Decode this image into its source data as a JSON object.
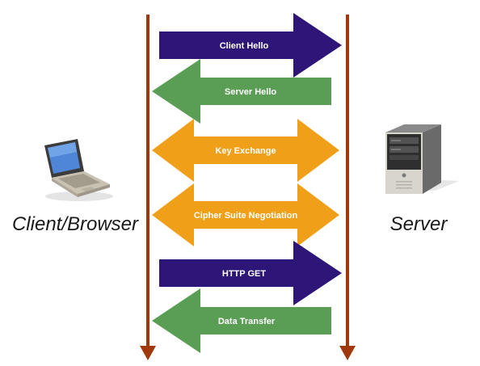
{
  "colors": {
    "timeline": "#a0380c",
    "client_to_server": "#2e1678",
    "server_to_client": "#5a9e56",
    "bidirectional": "#f0a018",
    "label_text": "#1a1a1a"
  },
  "participants": {
    "client": {
      "label": "Client/Browser",
      "icon": "laptop-icon"
    },
    "server": {
      "label": "Server",
      "icon": "server-tower-icon"
    }
  },
  "messages": [
    {
      "label": "Client Hello",
      "direction": "client-to-server"
    },
    {
      "label": "Server Hello",
      "direction": "server-to-client"
    },
    {
      "label": "Key Exchange",
      "direction": "bidirectional"
    },
    {
      "label": "Cipher Suite Negotiation",
      "direction": "bidirectional"
    },
    {
      "label": "HTTP GET",
      "direction": "client-to-server"
    },
    {
      "label": "Data Transfer",
      "direction": "server-to-client"
    }
  ]
}
